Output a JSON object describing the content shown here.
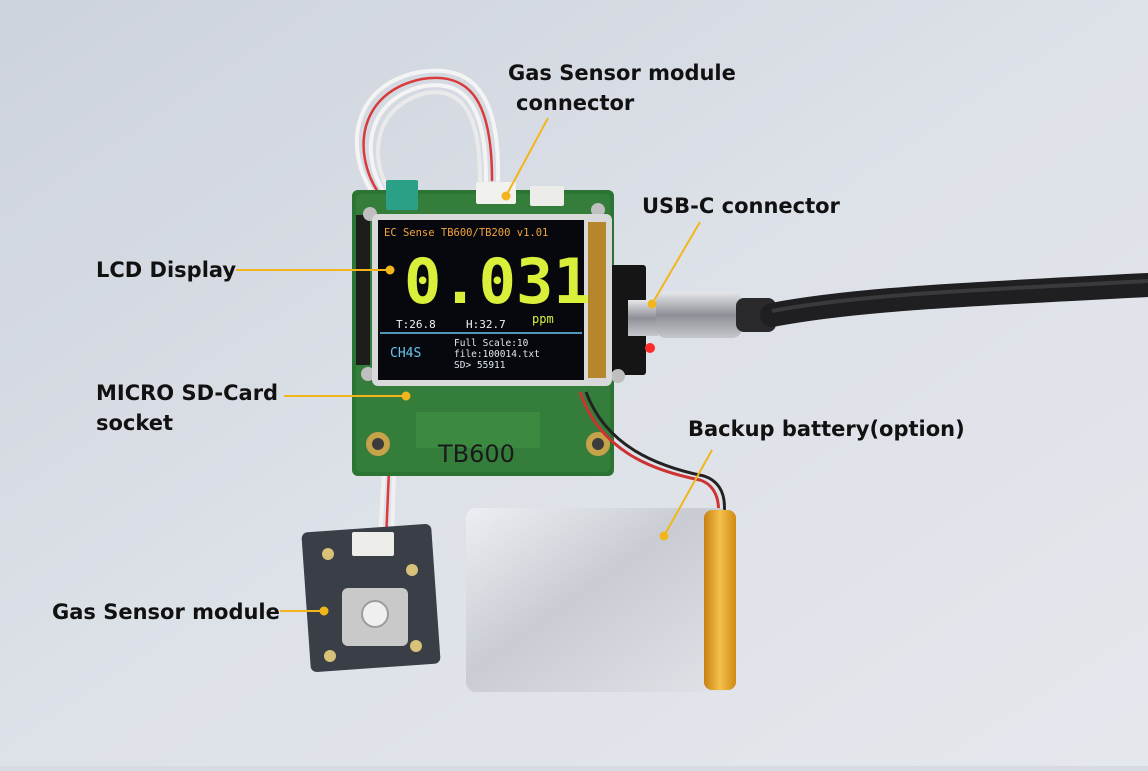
{
  "callouts": {
    "gas_sensor_connector": [
      "Gas Sensor module",
      "connector"
    ],
    "usb_c": "USB-C connector",
    "lcd_display": "LCD Display",
    "micro_sd": [
      "MICRO SD-Card",
      "socket"
    ],
    "backup_battery": "Backup battery(option)",
    "gas_sensor_module": "Gas Sensor module"
  },
  "lcd": {
    "header": "EC Sense TB600/TB200 v1.01",
    "reading": "0.031",
    "unit": "ppm",
    "temperature": "T:26.8",
    "humidity": "H:32.7",
    "gas": "CH4S",
    "full_scale": "Full Scale:10",
    "file": "file:100014.txt",
    "sd": "SD> 55911"
  },
  "pcb_marking": "TB600",
  "colors": {
    "callout_line": "#f2b61c",
    "pcb_green": "#2f7a36",
    "lcd_digits": "#d9ef3a",
    "lcd_info": "#68c6f0",
    "lcd_header": "#f3a33d",
    "battery_tab": "#e9a522"
  }
}
